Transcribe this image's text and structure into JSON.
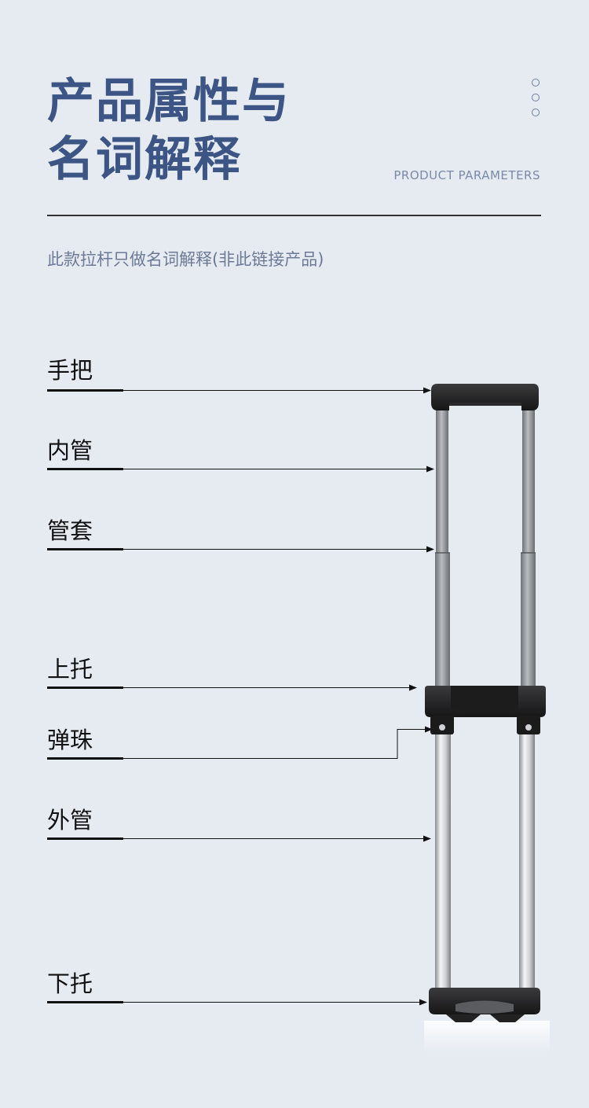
{
  "header": {
    "title_line1": "产品属性与",
    "title_line2": "名词解释",
    "subtitle_en": "PRODUCT PARAMETERS"
  },
  "note": "此款拉杆只做名词解释(非此链接产品)",
  "parts": [
    {
      "key": "handle",
      "label": "手把"
    },
    {
      "key": "inner_tube",
      "label": "内管"
    },
    {
      "key": "tube_sleeve",
      "label": "管套"
    },
    {
      "key": "upper_bracket",
      "label": "上托"
    },
    {
      "key": "spring_ball",
      "label": "弹珠"
    },
    {
      "key": "outer_tube",
      "label": "外管"
    },
    {
      "key": "lower_bracket",
      "label": "下托"
    }
  ],
  "colors": {
    "title": "#3c5585",
    "background": "#e6ebf2",
    "text": "#111111"
  }
}
